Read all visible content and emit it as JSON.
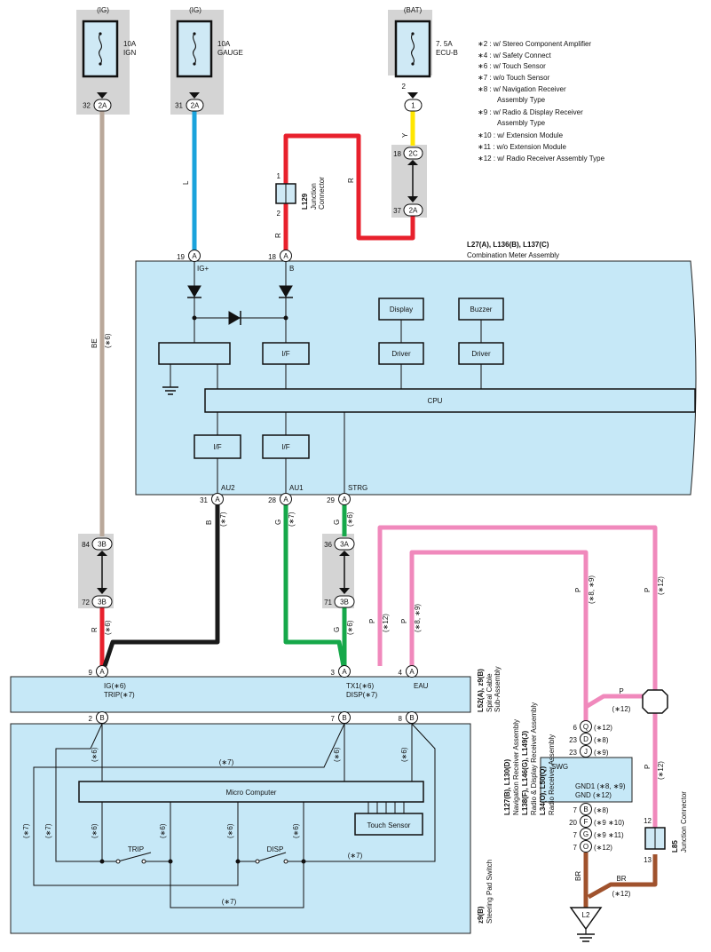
{
  "colors": {
    "panel": "#c6e8f7",
    "grey": "#d4d4d4",
    "fuse_bg": "#cfe9f5",
    "wire_BE": "#b9a89a",
    "wire_L": "#1aa3dc",
    "wire_R": "#e8212d",
    "wire_Y": "#ffe600",
    "wire_B": "#1a1a1a",
    "wire_G": "#16a84a",
    "wire_P": "#f089bc",
    "wire_BR": "#a0522d"
  },
  "fuses": [
    {
      "supply": "(IG)",
      "rating": "10A",
      "name": "IGN"
    },
    {
      "supply": "(IG)",
      "rating": "10A",
      "name": "GAUGE"
    },
    {
      "supply": "(BAT)",
      "rating": "7. 5A",
      "name": "ECU-B"
    }
  ],
  "notes": [
    "∗2 : w/ Stereo Component Amplifier",
    "∗4 : w/ Safety Connect",
    "∗6 : w/ Touch Sensor",
    "∗7 : w/o Touch Sensor",
    "∗8 : w/ Navigation Receiver",
    "Assembly Type",
    "∗9 : w/ Radio & Display Receiver",
    "Assembly Type",
    "∗10 : w/ Extension Module",
    "∗11 : w/o Extension Module",
    "∗12 : w/ Radio Receiver Assembly Type"
  ],
  "connectors": {
    "junction_l129": {
      "ref": "L129",
      "name_line1": "Junction",
      "name_line2": "Connector",
      "pin_top": "1",
      "pin_bottom": "2"
    },
    "meter": {
      "ref": "L27(A), L136(B), L137(C)",
      "name": "Combination Meter Assembly"
    },
    "spiral": {
      "ref": "L52(A), z9(B)",
      "name_line1": "Spiral Cable",
      "name_line2": "Sub-Assembly"
    },
    "steering": {
      "ref": "z9(B)",
      "name": "Steering Pad Switch"
    },
    "receiver": {
      "ref_line1": "L127(B), L130(D)",
      "name_line1": "Navigation Receiver Assembly",
      "ref_line2": "L138(F), L146(G), L149(J)",
      "name_line2": "Radio & Display Receiver Assembly",
      "ref_line3": "L34(O), L50(Q)",
      "name_line3": "Radio Receiver Assembly"
    },
    "l85": {
      "ref": "L85",
      "name": "Junction Connector",
      "pin_top": "12",
      "pin_bottom": "13"
    },
    "ground": "L2"
  },
  "meter_labels": {
    "ig_plus": "IG+",
    "b": "B",
    "if": "I/F",
    "display": "Display",
    "buzzer": "Buzzer",
    "driver": "Driver",
    "cpu": "CPU",
    "au2": "AU2",
    "au1": "AU1",
    "strg": "STRG"
  },
  "spiral_labels": {
    "left_line1": "IG(∗6)",
    "left_line2": "TRIP(∗7)",
    "mid_line1": "TX1(∗6)",
    "mid_line2": "DISP(∗7)",
    "right": "EAU"
  },
  "switch_labels": {
    "micro": "Micro Computer",
    "touch": "Touch Sensor",
    "trip": "TRIP",
    "disp": "DISP"
  },
  "receiver_labels": {
    "swg": "SWG",
    "gnd1": "GND1 (∗8, ∗9)",
    "gnd": "GND (∗12)"
  },
  "receiver_pins": [
    {
      "num": "6",
      "letter": "Q",
      "note": "(∗12)"
    },
    {
      "num": "23",
      "letter": "D",
      "note": "(∗8)"
    },
    {
      "num": "23",
      "letter": "J",
      "note": "(∗9)"
    },
    {
      "num": "7",
      "letter": "B",
      "note": "(∗8)"
    },
    {
      "num": "20",
      "letter": "F",
      "note": "(∗9 ∗10)"
    },
    {
      "num": "7",
      "letter": "G",
      "note": "(∗9 ∗11)"
    },
    {
      "num": "7",
      "letter": "O",
      "note": "(∗12)"
    }
  ],
  "pins": {
    "ign_out": {
      "num": "32",
      "code": "2A"
    },
    "gauge_out": {
      "num": "31",
      "code": "2A"
    },
    "ecub_num": "2",
    "ecub_code": "1",
    "p18": "18",
    "p2c": "2C",
    "p37": "37",
    "p2a": "2A",
    "m19": "19",
    "m18": "18",
    "m31": "31",
    "m28": "28",
    "m29": "29",
    "pinA": "A",
    "j84": "84",
    "j72": "72",
    "j3b": "3B",
    "j36": "36",
    "j3a": "3A",
    "j71": "71",
    "s9": "9",
    "s3": "3",
    "s4": "4",
    "s2": "2",
    "s7": "7",
    "s8": "8",
    "pinB": "B"
  },
  "wire_labels": {
    "be": "BE",
    "l": "L",
    "r": "R",
    "y": "Y",
    "b": "B",
    "g": "G",
    "p": "P",
    "br": "BR",
    "n6": "(∗6)",
    "n7": "(∗7)",
    "n12": "(∗12)",
    "n89": "(∗8, ∗9)"
  }
}
